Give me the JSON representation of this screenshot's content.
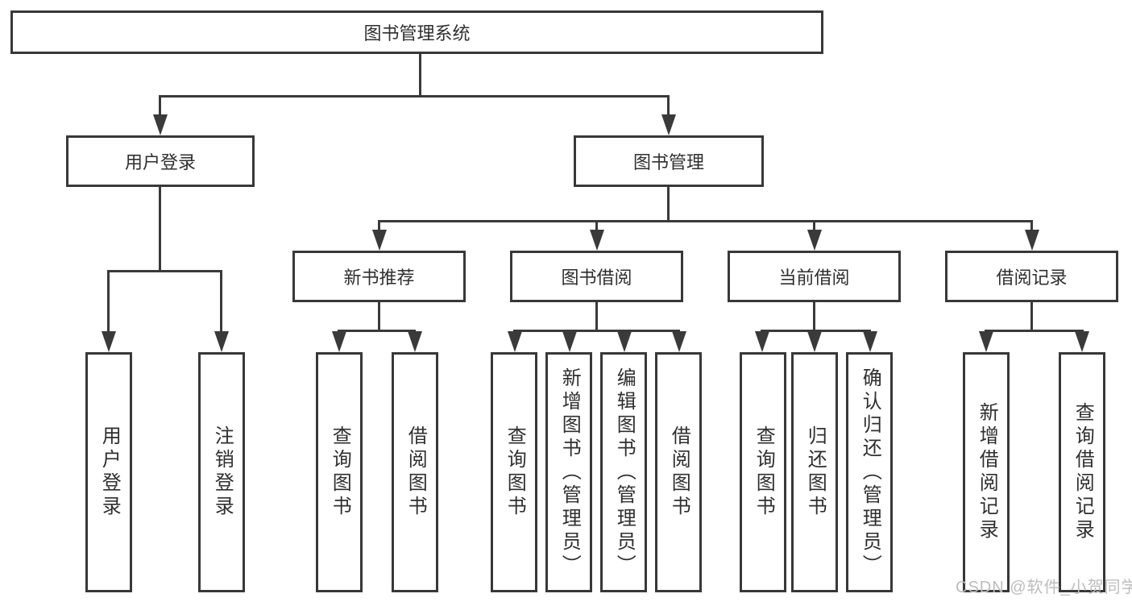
{
  "diagram": {
    "root": {
      "label": "图书管理系统"
    },
    "level2": [
      {
        "id": "user-login",
        "label": "用户登录"
      },
      {
        "id": "book-management",
        "label": "图书管理"
      }
    ],
    "level3": [
      {
        "id": "new-book-recommend",
        "label": "新书推荐"
      },
      {
        "id": "book-borrow",
        "label": "图书借阅"
      },
      {
        "id": "current-borrow",
        "label": "当前借阅"
      },
      {
        "id": "borrow-records",
        "label": "借阅记录"
      }
    ],
    "leaves": [
      {
        "label": "用户登录"
      },
      {
        "label": "注销登录"
      },
      {
        "label": "查询图书"
      },
      {
        "label": "借阅图书"
      },
      {
        "label": "查询图书"
      },
      {
        "label": "新增图书（管理员）"
      },
      {
        "label": "编辑图书（管理员）"
      },
      {
        "label": "借阅图书"
      },
      {
        "label": "查询图书"
      },
      {
        "label": "归还图书"
      },
      {
        "label": "确认归还（管理员）"
      },
      {
        "label": "新增借阅记录"
      },
      {
        "label": "查询借阅记录"
      }
    ]
  },
  "watermark": {
    "text": "CSDN @软件_小贺同学"
  },
  "colors": {
    "line": "#3a3a3a",
    "box_border": "#383838",
    "text": "#2f2f2f",
    "watermark": "#bdbdbd",
    "background": "#ffffff"
  }
}
